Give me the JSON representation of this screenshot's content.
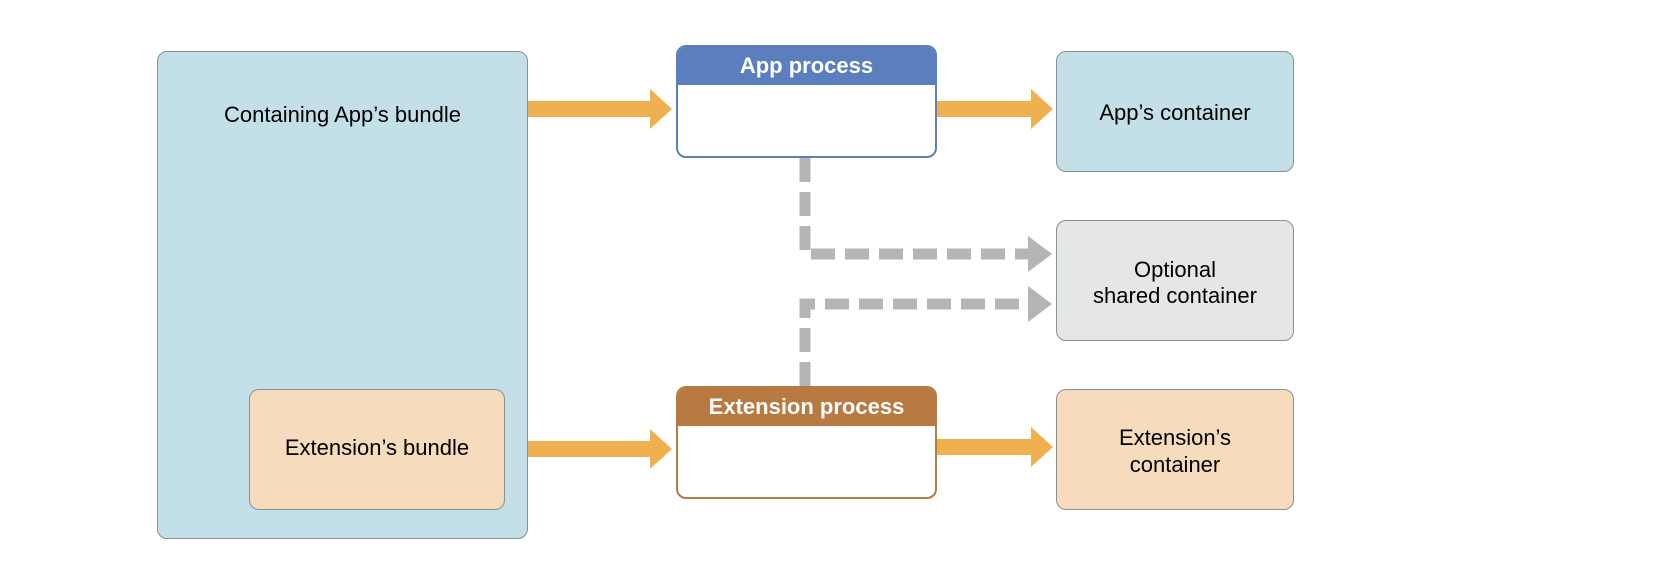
{
  "nodes": {
    "containing_bundle": "Containing App’s bundle",
    "extension_bundle": "Extension’s bundle",
    "app_process": "App process",
    "extension_process": "Extension process",
    "app_container": "App’s container",
    "shared_container_line1": "Optional",
    "shared_container_line2": "shared container",
    "extension_container_line1": "Extension’s",
    "extension_container_line2": "container"
  },
  "colors": {
    "arrow": "#f0b050",
    "dashed": "#b5b5b5",
    "app_header": "#5b7fbe",
    "extension_header": "#b87a42",
    "blue_fill": "#c3dfe8",
    "peach_fill": "#f6dbbd",
    "grey_fill": "#e5e6e6"
  }
}
